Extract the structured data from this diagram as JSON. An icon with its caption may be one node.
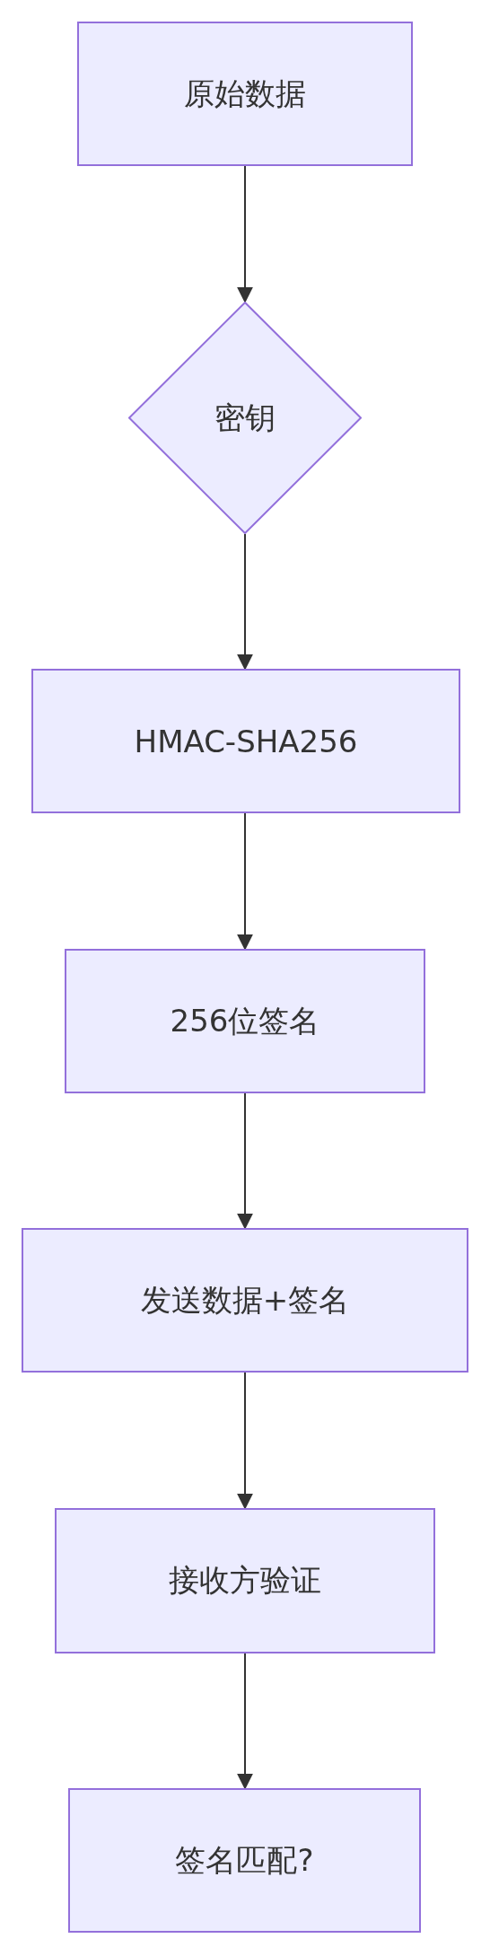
{
  "diagram": {
    "nodes": [
      {
        "text": [
          "原始数据"
        ]
      },
      {
        "text": [
          "密钥"
        ]
      },
      {
        "text": [
          "HMAC-SHA256"
        ]
      },
      {
        "text": [
          "256位签名"
        ]
      },
      {
        "text": [
          "发送数据+签名"
        ]
      },
      {
        "text": [
          "接收方验证"
        ]
      },
      {
        "text": [
          "签名匹配?"
        ]
      }
    ],
    "edges": [
      {
        "from": 0,
        "to": 1,
        "arrow": "to"
      },
      {
        "from": 1,
        "to": 2,
        "arrow": "to"
      },
      {
        "from": 2,
        "to": 3,
        "arrow": "to"
      },
      {
        "from": 3,
        "to": 4,
        "arrow": "to"
      },
      {
        "from": 4,
        "to": 5,
        "arrow": "to"
      },
      {
        "from": 5,
        "to": 6,
        "arrow": "to"
      }
    ]
  }
}
